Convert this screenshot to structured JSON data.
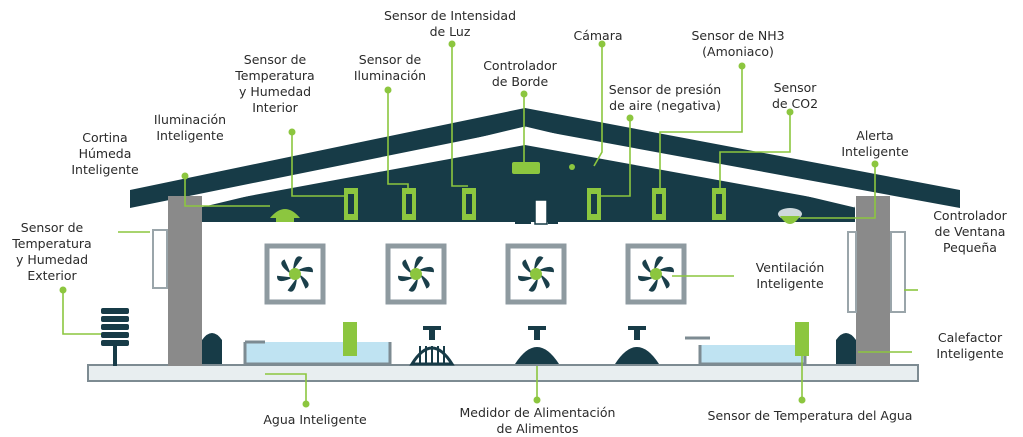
{
  "colors": {
    "roof": "#173b47",
    "wall": "#8a8a8a",
    "accent": "#8cc63f",
    "fan": "#1a3f4a",
    "fan_frame": "#8e9aa0",
    "water": "#bfe3f2",
    "floor": "#e8eef0",
    "text": "#2a2a2a"
  },
  "labels": {
    "temp_exterior": "Sensor de\nTemperatura\ny Humedad\nExterior",
    "cortina": "Cortina\nHúmeda\nInteligente",
    "iluminacion_int": "Iluminación\nInteligente",
    "temp_interior": "Sensor de\nTemperatura\ny Humedad\nInterior",
    "sensor_iluminacion": "Sensor de\nIluminación",
    "intensidad_luz": "Sensor de Intensidad\nde Luz",
    "controlador_borde": "Controlador\nde Borde",
    "camara": "Cámara",
    "presion_aire": "Sensor de presión\nde aire (negativa)",
    "nh3": "Sensor de NH3\n(Amoniaco)",
    "co2": "Sensor\nde CO2",
    "alerta": "Alerta\nInteligente",
    "ventana": "Controlador\nde Ventana\nPequeña",
    "ventilacion": "Ventilación\nInteligente",
    "calefactor": "Calefactor\nInteligente",
    "agua": "Agua Inteligente",
    "medidor": "Medidor de Alimentación\nde Alimentos",
    "temp_agua": "Sensor de Temperatura del Agua"
  },
  "icons": {
    "fan": "fan-icon",
    "sensor": "sensor-icon",
    "lamp": "lamp-icon",
    "camera": "camera-icon",
    "alarm": "alarm-icon",
    "feeder": "feeder-icon",
    "heater": "heater-icon",
    "thermometer": "water-thermometer-icon",
    "weather_station": "weather-station-icon"
  }
}
